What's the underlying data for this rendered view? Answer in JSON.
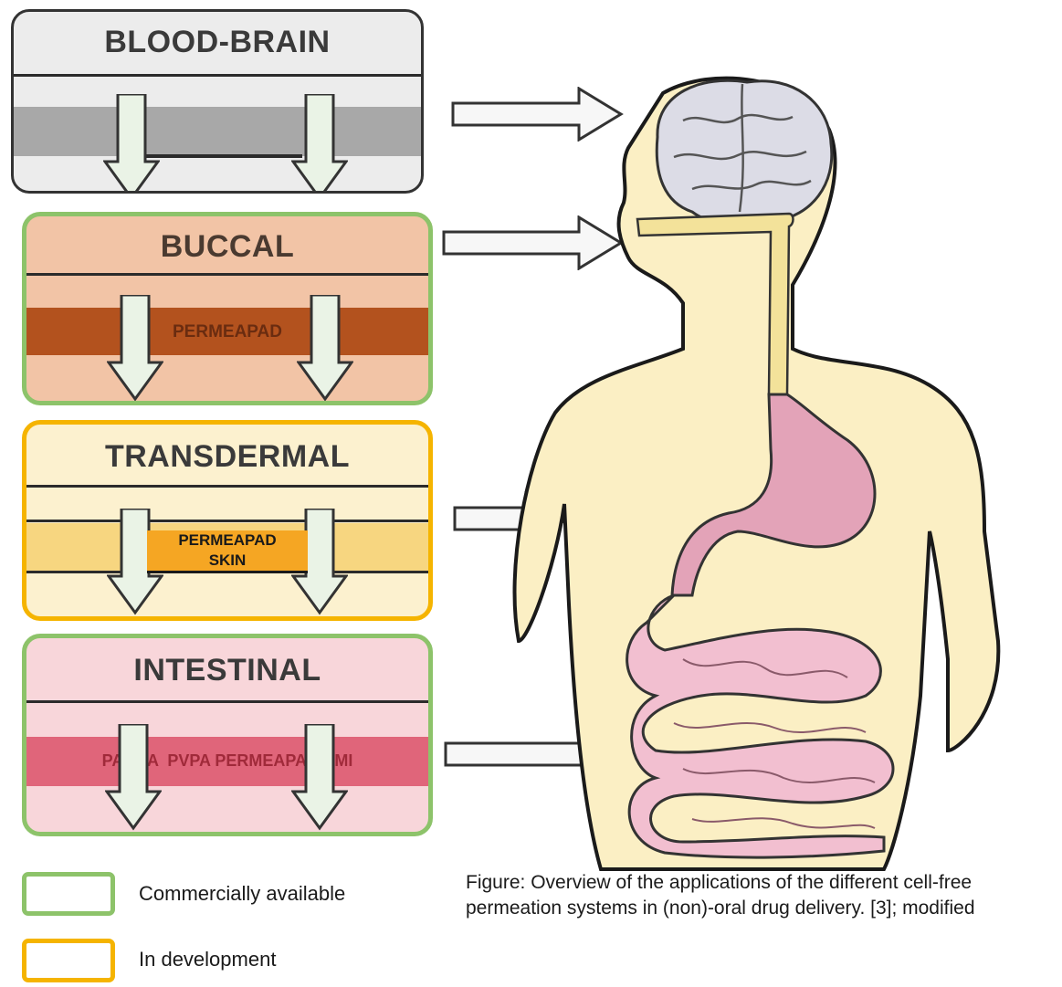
{
  "panels": {
    "blood_brain": {
      "title": "BLOOD-BRAIN"
    },
    "buccal": {
      "title": "BUCCAL",
      "band_label": "PERMEAPAD"
    },
    "transdermal": {
      "title": "TRANSDERMAL",
      "band_label_line1": "PERMEAPAD",
      "band_label_line2": "SKIN"
    },
    "intestinal": {
      "title": "INTESTINAL",
      "band_label": "PAMPA  PVPA PERMEAPAD AMI"
    }
  },
  "legend": {
    "commercial": {
      "label": "Commercially available",
      "color": "#8dc36a"
    },
    "development": {
      "label": "In development",
      "color": "#f5b400"
    }
  },
  "caption": {
    "line1": "Figure: Overview of the applications of the different cell-free",
    "line2": "permeation systems in (non)-oral drug delivery. [3]; modified"
  },
  "colors": {
    "skin": "#fbefc4",
    "brain": "#dcdce6",
    "stomach": "#e3a3b8",
    "esophagus": "#f3e29a",
    "intestine": "#f2bfd0"
  }
}
